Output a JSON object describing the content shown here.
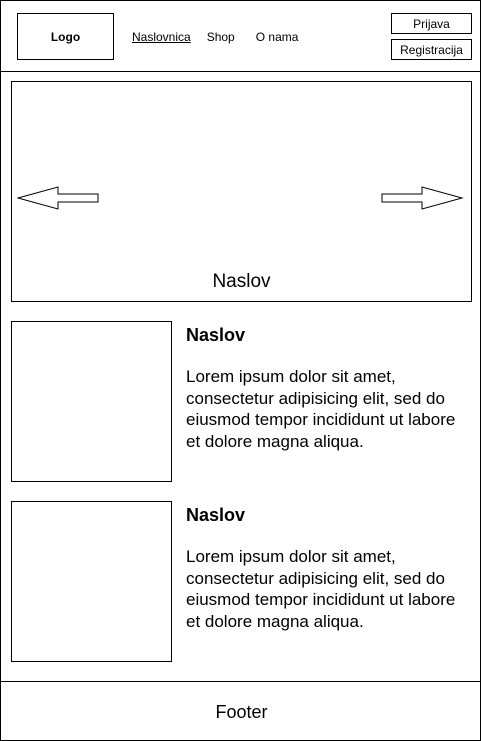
{
  "header": {
    "logo": "Logo",
    "nav": {
      "home": "Naslovnica",
      "shop": "Shop",
      "about": "O nama"
    },
    "login": "Prijava",
    "register": "Registracija"
  },
  "hero": {
    "title": "Naslov",
    "left_icon": "arrow-left-icon",
    "right_icon": "arrow-right-icon"
  },
  "cards": [
    {
      "title": "Naslov",
      "text": "Lorem ipsum dolor sit amet, consectetur adipisicing elit, sed do eiusmod tempor incididunt ut labore et dolore magna aliqua."
    },
    {
      "title": "Naslov",
      "text": "Lorem ipsum dolor sit amet, consectetur adipisicing elit, sed do eiusmod tempor incididunt ut labore et dolore magna aliqua."
    }
  ],
  "footer": {
    "text": "Footer"
  }
}
